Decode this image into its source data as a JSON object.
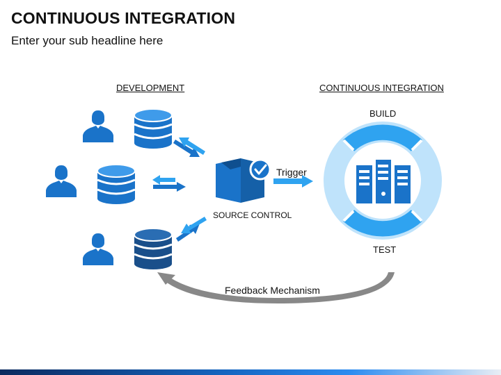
{
  "slide": {
    "title": "CONTINUOUS INTEGRATION",
    "subtitle": "Enter your sub headline here"
  },
  "sections": {
    "development": "DEVELOPMENT",
    "continuous_integration": "CONTINUOUS INTEGRATION"
  },
  "labels": {
    "source_control": "SOURCE CONTROL",
    "trigger": "Trigger",
    "build": "BUILD",
    "test": "TEST",
    "feedback": "Feedback Mechanism"
  },
  "colors": {
    "primary": "#1a73c9",
    "light": "#2fa3f0",
    "pale": "#bfe3fb",
    "dark": "#1a4f8a",
    "arrow_gray": "#888888"
  },
  "icons": {
    "developer": "person-icon",
    "repository": "database-icon",
    "source_control": "box-check-icon",
    "server": "server-icon"
  }
}
